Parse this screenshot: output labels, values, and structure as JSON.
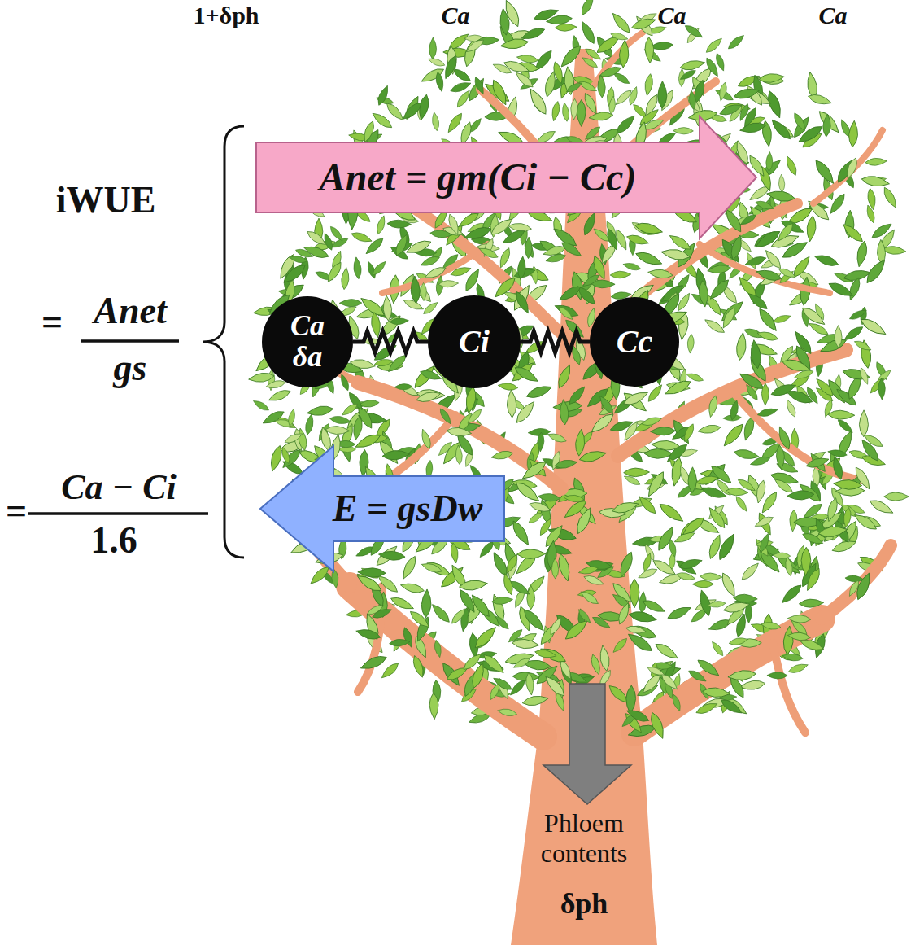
{
  "diagram": {
    "nodes": [
      {
        "text": [
          "Anet = gm(Ci − Cc)"
        ]
      },
      {
        "text": [
          "Ca",
          "δa"
        ]
      },
      {
        "text": [
          "Ci"
        ]
      },
      {
        "text": [
          "Cc"
        ]
      },
      {
        "text": [
          "E = gsDw"
        ]
      }
    ],
    "edges": [
      {
        "from": 1,
        "to": 2,
        "arrow": "none"
      },
      {
        "from": 2,
        "to": 3,
        "arrow": "none"
      }
    ],
    "labels": [
      "1+δph",
      "Ca",
      "Ca",
      "Ca",
      "iWUE",
      "=",
      "Anet",
      "gs",
      "=",
      "Ca − Ci",
      "1.6",
      "Phloem contents",
      "δph"
    ]
  }
}
